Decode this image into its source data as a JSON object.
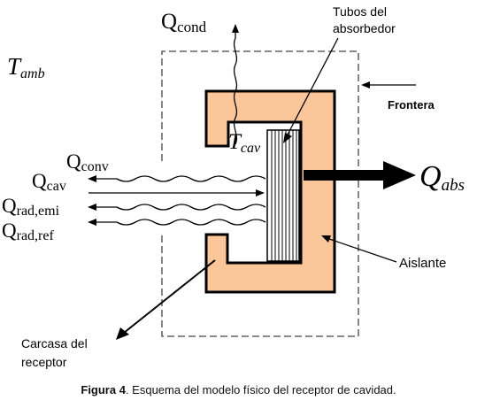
{
  "labels": {
    "q_cond_main": "Q",
    "q_cond_sub": "cond",
    "tubos_line1": "Tubos del",
    "tubos_line2": "absorbedor",
    "t_amb_main": "T",
    "t_amb_sub": "amb",
    "frontera": "Frontera",
    "t_cav_main": "T",
    "t_cav_sub": "cav",
    "q_conv_main": "Q",
    "q_conv_sub": "conv",
    "q_cav_main": "Q",
    "q_cav_sub": "cav",
    "q_rad_emi_main": "Q",
    "q_rad_emi_sub": "rad,emi",
    "q_rad_ref_main": "Q",
    "q_rad_ref_sub": "rad,ref",
    "q_abs_main": "Q",
    "q_abs_sub": "abs",
    "aislante": "Aislante",
    "carcasa_line1": "Carcasa del",
    "carcasa_line2": "receptor"
  },
  "caption": {
    "label": "Figura 4",
    "text": ". Esquema del modelo físico del receptor de cavidad."
  },
  "colors": {
    "insulation_fill": "#fbc79a",
    "stroke": "#000000",
    "boundary": "#444444"
  }
}
